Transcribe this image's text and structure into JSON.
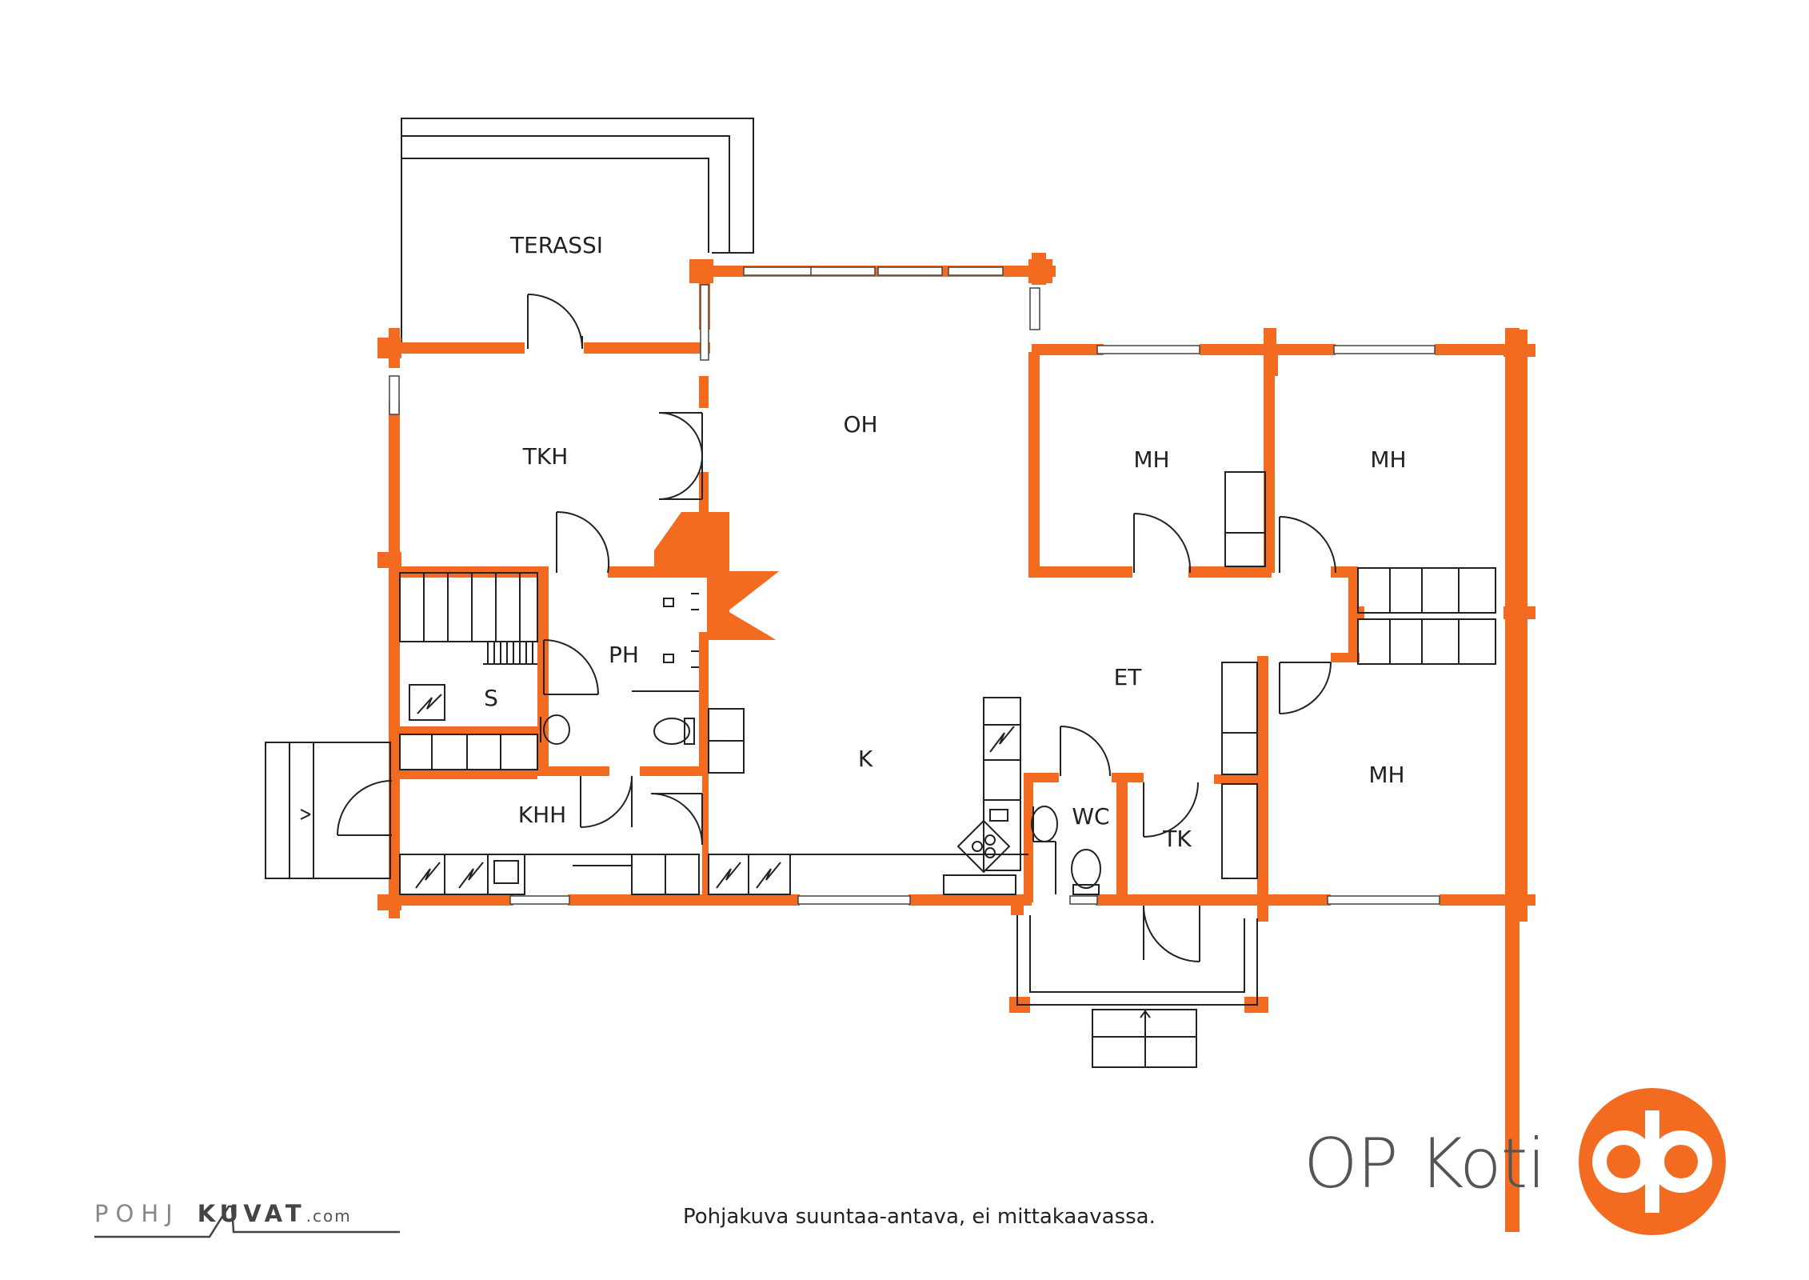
{
  "rooms": {
    "terassi": "TERASSI",
    "oh": "OH",
    "tkh": "TKH",
    "mh1": "MH",
    "mh2": "MH",
    "mh3": "MH",
    "ph": "PH",
    "s": "S",
    "et": "ET",
    "k": "K",
    "khh": "KHH",
    "wc": "WC",
    "tk": "TK"
  },
  "caption": "Pohjakuva suuntaa-antava, ei mittakaavassa.",
  "brand": {
    "name": "OP Koti",
    "color": "#F26B21"
  },
  "watermark": {
    "part1": "POHJ",
    "part2": "KUVAT",
    "part3": ".com"
  },
  "colors": {
    "wall": "#F26B21",
    "line": "#222222"
  }
}
